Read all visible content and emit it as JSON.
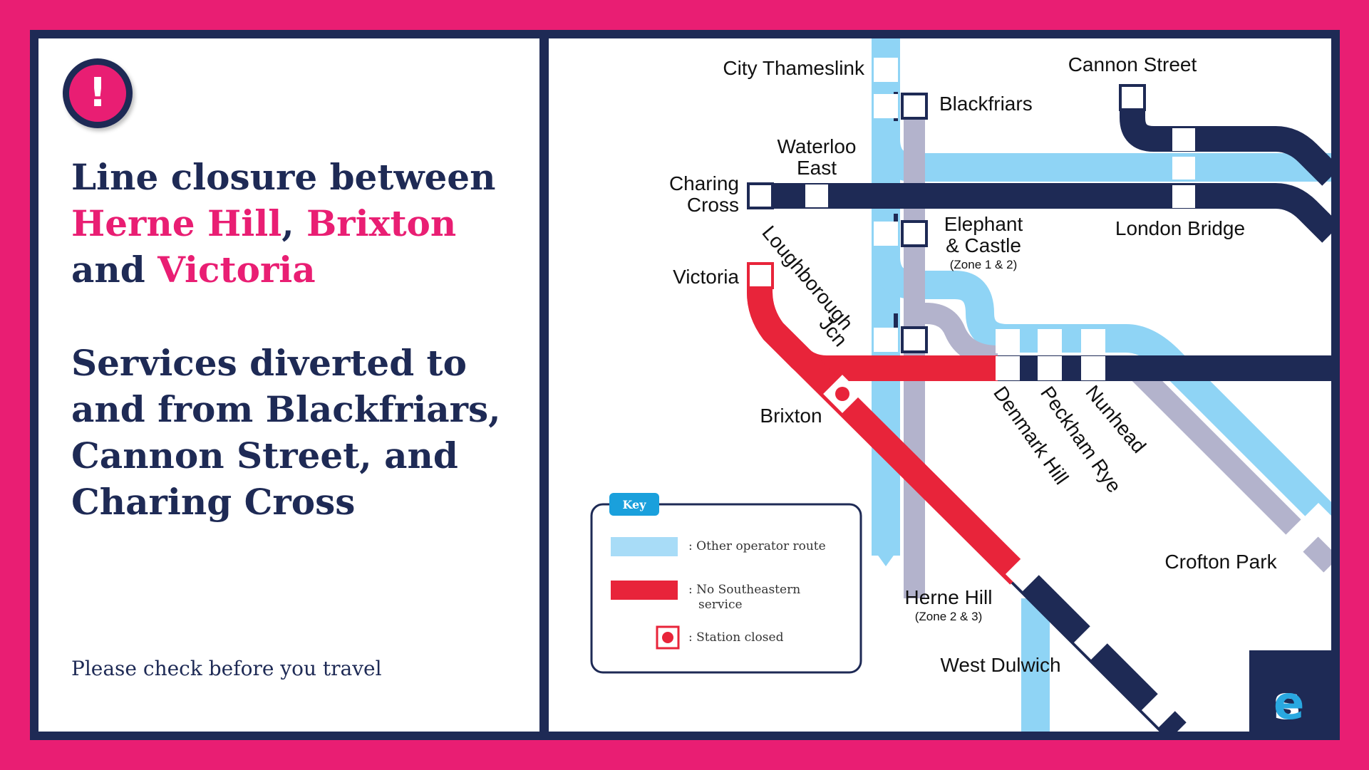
{
  "headline": {
    "line1": "Line closure between",
    "herne_hill": "Herne Hill",
    "comma": ",",
    "brixton": "Brixton",
    "and": "and",
    "victoria": "Victoria"
  },
  "diversion": {
    "line1": "Services diverted to",
    "line2": "and from Blackfriars,",
    "line3": "Cannon Street, and",
    "line4": "Charing Cross"
  },
  "alert_symbol": "!",
  "footer": "Please check before you travel",
  "stations": {
    "city_thameslink": "City Thameslink",
    "blackfriars": "Blackfriars",
    "cannon_street": "Cannon Street",
    "waterloo_east_1": "Waterloo",
    "waterloo_east_2": "East",
    "charing_cross_1": "Charing",
    "charing_cross_2": "Cross",
    "elephant_1": "Elephant",
    "elephant_2": "& Castle",
    "elephant_zone": "(Zone 1 & 2)",
    "london_bridge": "London Bridge",
    "victoria": "Victoria",
    "loughborough_1": "Loughborough",
    "loughborough_2": "Jcn",
    "brixton": "Brixton",
    "denmark_hill": "Denmark Hill",
    "peckham_rye": "Peckham Rye",
    "nunhead": "Nunhead",
    "crofton_park": "Crofton Park",
    "herne_hill": "Herne Hill",
    "herne_hill_zone": "(Zone 2 & 3)",
    "west_dulwich": "West Dulwich"
  },
  "key": {
    "title": "Key",
    "other_operator": ": Other operator route",
    "no_service_1": ": No Southeastern",
    "no_service_2": "service",
    "station_closed": ": Station closed"
  },
  "logo": {
    "s": "s",
    "e": "e"
  },
  "colors": {
    "magenta": "#e91e73",
    "navy": "#1e2a55",
    "light_blue": "#8fd4f5",
    "red": "#e8243a",
    "grey": "#b3b3cc"
  }
}
